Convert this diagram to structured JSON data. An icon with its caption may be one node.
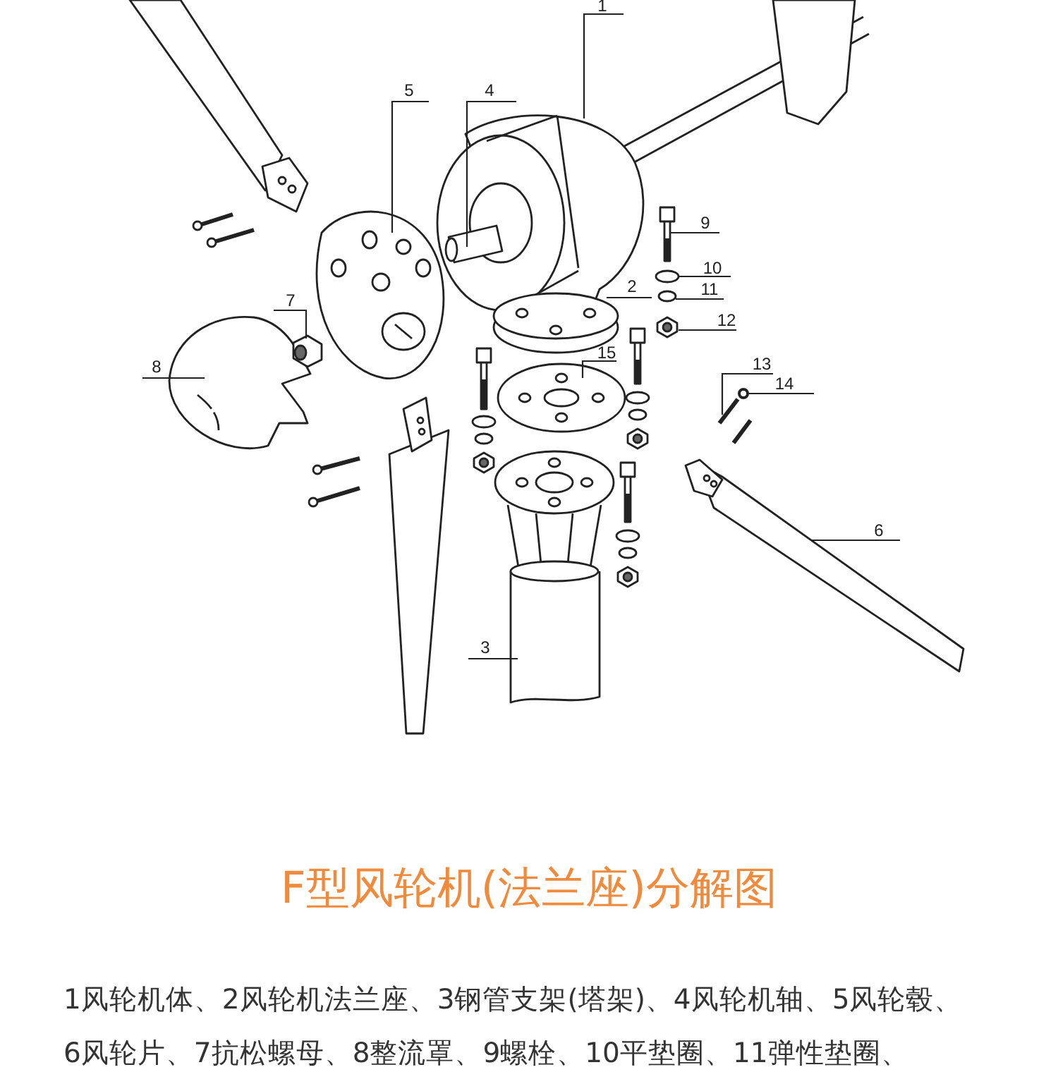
{
  "diagram": {
    "title": "F型风轮机(法兰座)分解图",
    "caption": "1风轮机体、2风轮机法兰座、3钢管支架(塔架)、4风轮机轴、5风轮毂、6风轮片、7抗松螺母、8整流罩、9螺栓、10平垫圈、11弹性垫圈、",
    "nodes": [
      {
        "text": [
          "1"
        ]
      },
      {
        "text": [
          "2"
        ]
      },
      {
        "text": [
          "3"
        ]
      },
      {
        "text": [
          "4"
        ]
      },
      {
        "text": [
          "5"
        ]
      },
      {
        "text": [
          "6"
        ]
      },
      {
        "text": [
          "7"
        ]
      },
      {
        "text": [
          "8"
        ]
      },
      {
        "text": [
          "9"
        ]
      },
      {
        "text": [
          "10"
        ]
      },
      {
        "text": [
          "11"
        ]
      },
      {
        "text": [
          "12"
        ]
      },
      {
        "text": [
          "13"
        ]
      },
      {
        "text": [
          "14"
        ]
      },
      {
        "text": [
          "15"
        ]
      },
      {
        "text": [],
        "shape": "picture"
      },
      {
        "text": [],
        "shape": "picture"
      },
      {
        "text": [],
        "shape": "picture"
      },
      {
        "text": [],
        "shape": "picture"
      },
      {
        "text": [],
        "shape": "picture"
      },
      {
        "text": [],
        "shape": "picture"
      },
      {
        "text": [],
        "shape": "picture"
      },
      {
        "text": [],
        "shape": "picture"
      },
      {
        "text": [],
        "shape": "picture"
      },
      {
        "text": [],
        "shape": "circle"
      },
      {
        "text": [],
        "shape": "circle"
      },
      {
        "text": [],
        "shape": "picture"
      },
      {
        "text": [],
        "shape": "picture"
      },
      {
        "text": [],
        "shape": "picture"
      },
      {
        "text": [],
        "shape": "picture"
      }
    ],
    "edges": [
      {
        "from": 0,
        "to": 19,
        "arrow": "none"
      },
      {
        "from": 1,
        "to": 20,
        "arrow": "none"
      },
      {
        "from": 2,
        "to": 22,
        "arrow": "none"
      },
      {
        "from": 3,
        "to": 18,
        "arrow": "none"
      },
      {
        "from": 4,
        "to": 17,
        "arrow": "none"
      },
      {
        "from": 5,
        "to": 27,
        "arrow": "none"
      },
      {
        "from": 6,
        "to": 16,
        "arrow": "none"
      },
      {
        "from": 7,
        "to": 15,
        "arrow": "none"
      },
      {
        "from": 8,
        "to": 23,
        "arrow": "none"
      },
      {
        "from": 9,
        "to": 24,
        "arrow": "none"
      },
      {
        "from": 10,
        "to": 25,
        "arrow": "none"
      },
      {
        "from": 11,
        "to": 26,
        "arrow": "none"
      },
      {
        "from": 12,
        "to": 28,
        "arrow": "none"
      },
      {
        "from": 13,
        "to": 29,
        "arrow": "none"
      },
      {
        "from": 14,
        "to": 21,
        "arrow": "none"
      }
    ]
  }
}
